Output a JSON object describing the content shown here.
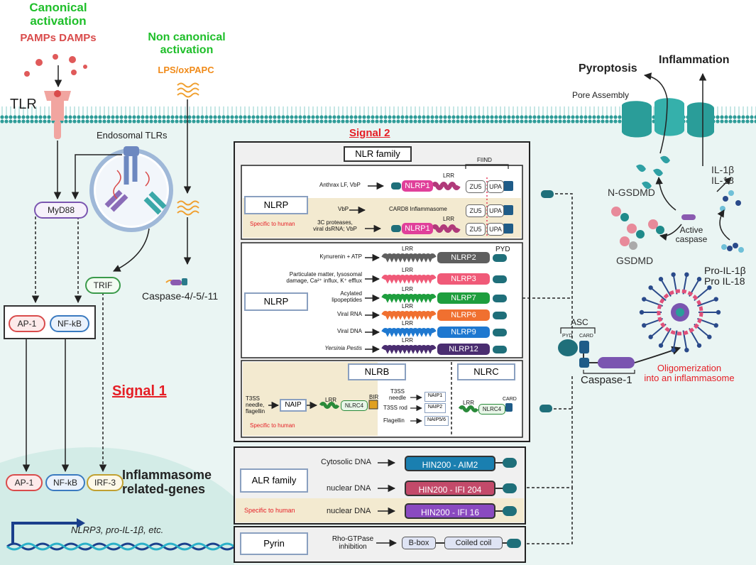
{
  "colors": {
    "activation_green": "#1fbf2a",
    "pamp_red": "#d94b4b",
    "lps_orange": "#f08a18",
    "signal_red": "#e51e25",
    "membrane_teal": "#3aa3a0",
    "cytoplasm": "#eaf5f3",
    "nucleus": "#d3ece7",
    "human_specific_bg": "#f3ead0",
    "nlrp1": "#e0409a",
    "nlrp2": "#5f5f5f",
    "nlrp3": "#f05a78",
    "nlrp7": "#1e9e3e",
    "nlrp6": "#f07030",
    "nlrp9": "#1e78d0",
    "nlrp12": "#4a2d70",
    "aim2": "#1a7fb0",
    "ifi204": "#c34a6a",
    "ifi16": "#8a4ac0"
  },
  "icons": [
    "tlr-receptor-icon",
    "endosome-icon",
    "lps-wave-icon",
    "dna-helix-icon",
    "inflammasome-wheel-icon",
    "gsdmd-pore-icon",
    "cytokine-icon"
  ],
  "left": {
    "canonical_title": "Canonical\nactivation",
    "pamps_damps": "PAMPs DAMPs",
    "noncanonical_title": "Non canonical\nactivation",
    "lps": "LPS/oxPAPC",
    "tlr": "TLR",
    "endosomal_tlrs": "Endosomal TLRs",
    "myd88": "MyD88",
    "trif": "TRIF",
    "caspase_4511": "Caspase-4/-5/-11",
    "ap1": "AP-1",
    "nfkb": "NF-kB",
    "irf3": "IRF-3",
    "signal1": "Signal 1",
    "genes_title": "Inflammasome\nrelated-genes",
    "genes_example": "NLRP3, pro-IL-1β, etc."
  },
  "center": {
    "signal2": "Signal 2",
    "nlr_family": "NLR family",
    "nlrp_label": "NLRP",
    "specific_to_human": "Specific to human",
    "lrr": "LRR",
    "fiind": "FIIND",
    "zu5": "ZU5",
    "upa": "UPA",
    "pyd": "PYD",
    "bir": "BIR",
    "card": "CARD",
    "nlrp1_rows": [
      {
        "stimulus": "Anthrax LF, VbP",
        "protein": "NLRP1"
      },
      {
        "stimulus": "VbP",
        "protein": "CARD8 Inflammasome"
      },
      {
        "stimulus": "3C proteases,\nviral dsRNA; VbP",
        "protein": "NLRP1"
      }
    ],
    "nlrp_rows": [
      {
        "stimulus": "Kynurenin + ATP",
        "protein": "NLRP2"
      },
      {
        "stimulus": "Particulate matter, lysosomal\ndamage, Ca²⁺ influx, K⁺ efflux",
        "protein": "NLRP3"
      },
      {
        "stimulus": "Acylated\nlipopeptides",
        "protein": "NLRP7"
      },
      {
        "stimulus": "Viral RNA",
        "protein": "NLRP6"
      },
      {
        "stimulus": "Viral DNA",
        "protein": "NLRP9"
      },
      {
        "stimulus": "Yersinia Pestis",
        "protein": "NLRP12"
      }
    ],
    "nlrb": {
      "title": "NLRB",
      "stimulus": "T3SS\nneedle,\nflagellin",
      "naip": "NAIP",
      "nlrc4": "NLRC4",
      "sub": [
        {
          "stimulus": "T3SS\nneedle",
          "naip": "NAIP1"
        },
        {
          "stimulus": "T3SS rod",
          "naip": "NAIP2"
        },
        {
          "stimulus": "Flagellin",
          "naip": "NAIP5/6"
        }
      ]
    },
    "nlrc": {
      "title": "NLRC",
      "nlrc4": "NLRC4"
    },
    "alr": {
      "title": "ALR family",
      "rows": [
        {
          "stimulus": "Cytosolic DNA",
          "protein": "HIN200 - AIM2"
        },
        {
          "stimulus": "nuclear DNA",
          "protein": "HIN200 - IFI 204"
        },
        {
          "stimulus": "nuclear DNA",
          "protein": "HIN200 - IFI 16"
        }
      ]
    },
    "pyrin": {
      "title": "Pyrin",
      "stimulus": "Rho-GTPase\ninhibition",
      "bbox": "B-box",
      "coiled": "Coiled coil"
    }
  },
  "right": {
    "pyroptosis": "Pyroptosis",
    "inflammation": "Inflammation",
    "pore_assembly": "Pore Assembly",
    "il1b_il18": "IL-1β\nIL-18",
    "n_gsdmd": "N-GSDMD",
    "active_caspase": "Active\ncaspase",
    "gsdmd": "GSDMD",
    "pro_il": "Pro-IL-1β\nPro IL-18",
    "asc": "ASC",
    "pyd": "PYD",
    "card": "CARD",
    "caspase1": "Caspase-1",
    "oligomerization": "Oligomerization\ninto an inflammasome"
  }
}
